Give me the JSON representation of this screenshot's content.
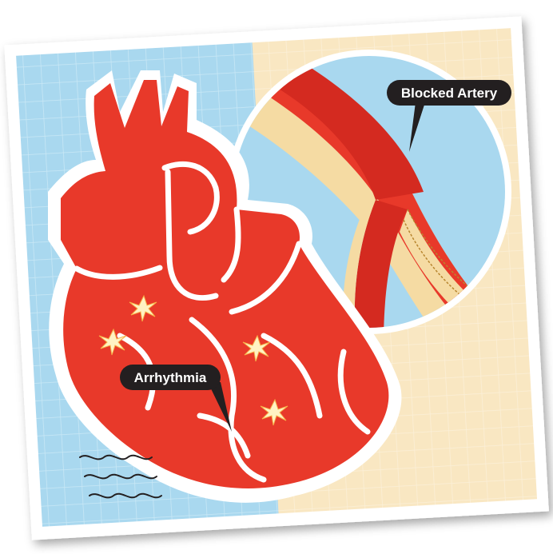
{
  "labels": {
    "blocked_artery": "Blocked Artery",
    "arrhythmia": "Arrhythmia"
  },
  "colors": {
    "panel_blue": "#a9d8ef",
    "panel_cream": "#f9e7c2",
    "heart_red": "#e8392a",
    "artery_red": "#d42a20",
    "plaque": "#f5dba3",
    "callout_bg": "#231f20",
    "spark": "#fff3c4"
  },
  "icons": [
    "heart-illustration",
    "artery-cross-section",
    "spark-icon",
    "squiggle-lines"
  ]
}
